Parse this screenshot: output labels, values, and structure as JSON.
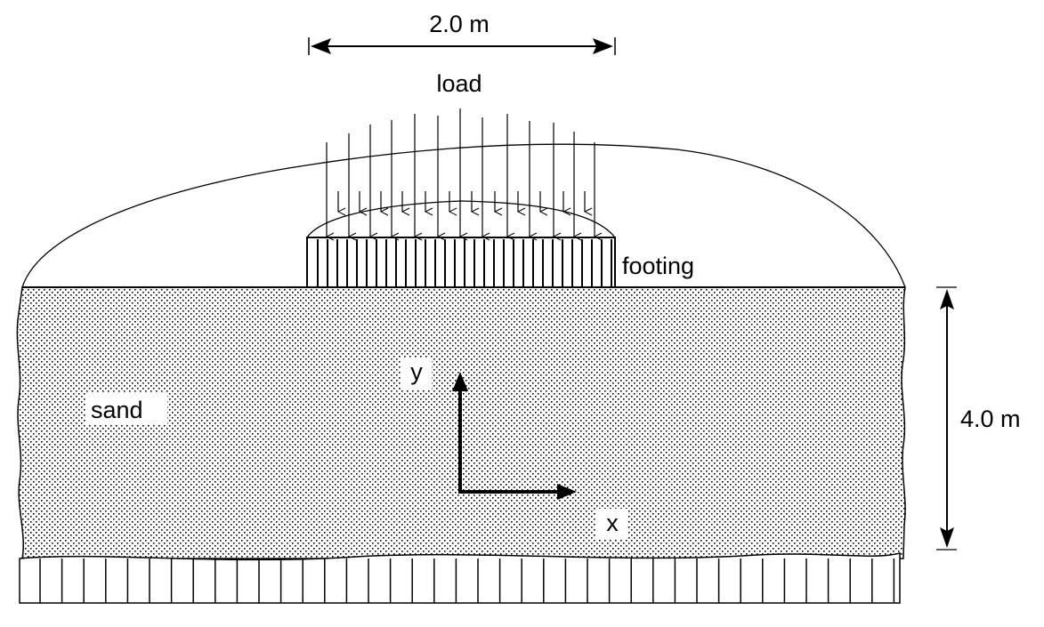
{
  "labels": {
    "width_dim": "2.0 m",
    "load": "load",
    "footing": "footing",
    "sand": "sand",
    "depth_dim": "4.0 m",
    "axis_y": "y",
    "axis_x": "x"
  },
  "colors": {
    "line": "#000000",
    "background": "#ffffff"
  }
}
